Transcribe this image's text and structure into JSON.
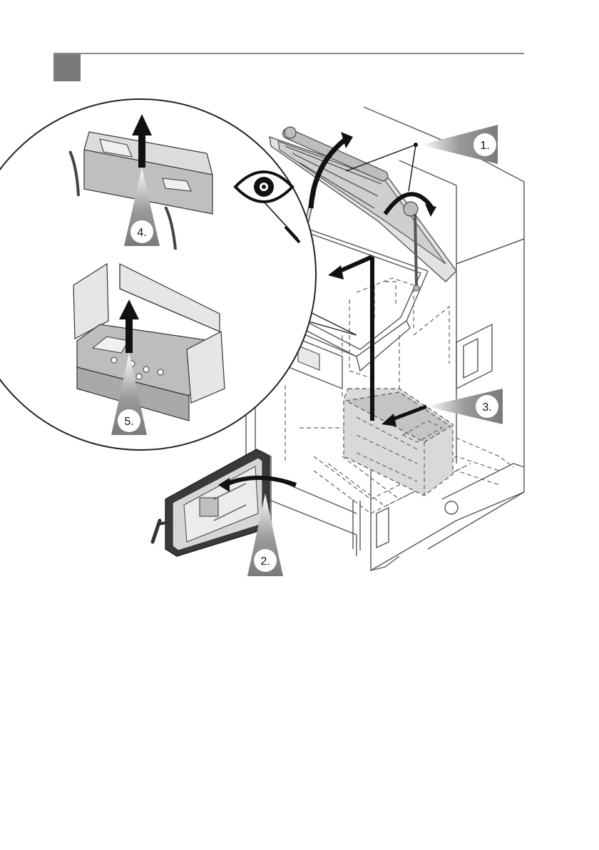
{
  "steps": [
    {
      "id": "1",
      "label": "1."
    },
    {
      "id": "2",
      "label": "2."
    },
    {
      "id": "3",
      "label": "3."
    },
    {
      "id": "4",
      "label": "4."
    },
    {
      "id": "5",
      "label": "5."
    }
  ],
  "colors": {
    "callout_fill": "#7f7f7f",
    "callout_fill_light": "#c8c8c8",
    "machine_line": "#555555",
    "arrow": "#111111",
    "header_block": "#7a7a7a"
  },
  "icons": [
    "eye-icon",
    "rotate-arrow-icon",
    "up-arrow-icon"
  ]
}
